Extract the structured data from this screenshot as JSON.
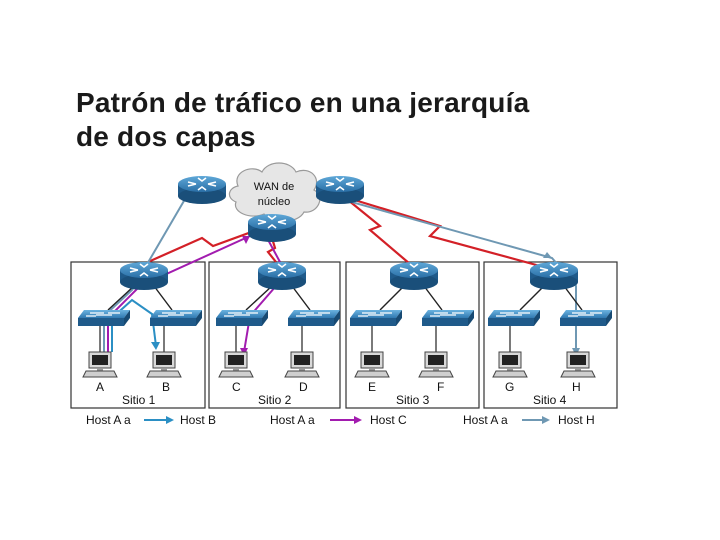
{
  "title": {
    "line1": "Patrón de tráfico en una jerarquía",
    "line2": "de dos capas"
  },
  "wan_label": [
    "WAN de",
    "núcleo"
  ],
  "sites": [
    {
      "label": "Sitio 1",
      "hosts": [
        "A",
        "B"
      ]
    },
    {
      "label": "Sitio 2",
      "hosts": [
        "C",
        "D"
      ]
    },
    {
      "label": "Sitio 3",
      "hosts": [
        "E",
        "F"
      ]
    },
    {
      "label": "Sitio 4",
      "hosts": [
        "G",
        "H"
      ]
    }
  ],
  "legend": [
    {
      "from": "Host A a",
      "to": "Host B",
      "color": "#2b8fc4"
    },
    {
      "from": "Host A a",
      "to": "Host C",
      "color": "#a21caf"
    },
    {
      "from": "Host A a",
      "to": "Host H",
      "color": "#6f98b3"
    }
  ],
  "colors": {
    "router": "#2b6ea4",
    "wan_link": "#d32027",
    "traffic_b": "#2b8fc4",
    "traffic_c": "#a21caf",
    "traffic_h": "#6f98b3"
  }
}
